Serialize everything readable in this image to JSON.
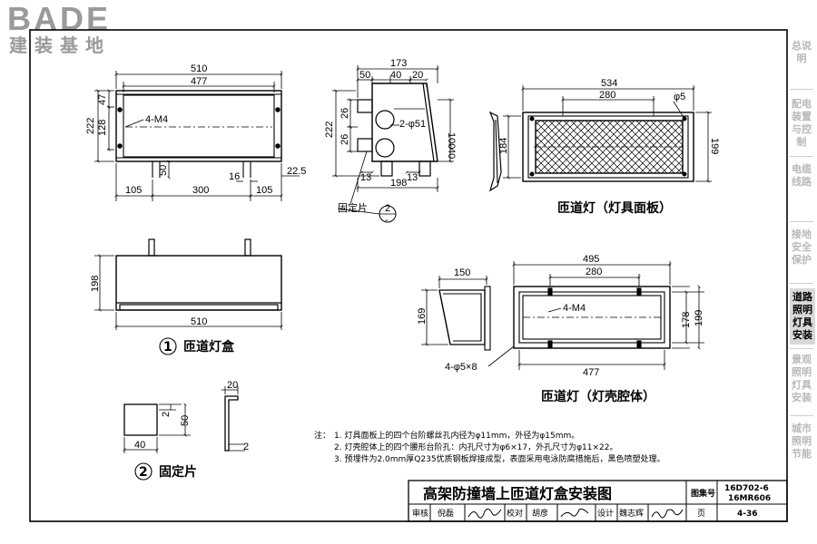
{
  "logo": {
    "brand": "BADE",
    "subtitle": "建装基地"
  },
  "sidebar": {
    "items": [
      {
        "label": "总说明",
        "active": false
      },
      {
        "label": "配电装置与控制",
        "active": false
      },
      {
        "label": "电缆线路",
        "active": false
      },
      {
        "label": "接地安全保护",
        "active": false
      },
      {
        "label": "道路照明灯具安装",
        "active": true
      },
      {
        "label": "景观照明灯具安装",
        "active": false
      },
      {
        "label": "城市照明节能",
        "active": false
      }
    ]
  },
  "drawing": {
    "box_top": {
      "dims": [
        "510",
        "477",
        "47",
        "128",
        "222",
        "50",
        "16",
        "22.5",
        "105",
        "300",
        "105"
      ],
      "label": "4-M4"
    },
    "side_view": {
      "dims": [
        "173",
        "50",
        "40",
        "20",
        "26",
        "26",
        "222",
        "100",
        "40",
        "13",
        "13",
        "198"
      ],
      "hole_label": "2-φ51",
      "bracket_label": "固定片",
      "ref_num": "2",
      "ref_sheet": "-"
    },
    "panel": {
      "dims": [
        "534",
        "280",
        "φ5",
        "184",
        "199"
      ],
      "caption": "匝道灯（灯具面板）"
    },
    "box_front": {
      "dims": [
        "198",
        "510"
      ],
      "caption_num": "1",
      "caption": "匝道灯盒"
    },
    "shell": {
      "dims": [
        "150",
        "495",
        "280",
        "169",
        "199",
        "178",
        "477"
      ],
      "label": "4-M4",
      "holes_label": "4-φ5×8",
      "caption": "匝道灯（灯壳腔体）"
    },
    "bracket": {
      "dims": [
        "20",
        "2",
        "50",
        "40",
        "2"
      ],
      "caption_num": "2",
      "caption": "固定片"
    }
  },
  "notes": {
    "prefix": "注：",
    "lines": [
      "1. 灯具面板上的四个台阶螺丝孔内径为φ11mm，外径为φ15mm。",
      "2. 灯壳腔体上的四个腰形台阶孔：内孔尺寸为φ6×17，外孔尺寸为φ11×22。",
      "3. 预埋件为2.0mm厚Q235优质钢板焊接成型，表面采用电泳防腐措施后，黑色喷塑处理。"
    ]
  },
  "title_block": {
    "title": "高架防撞墙上匝道灯盒安装图",
    "atlas_label": "图集号",
    "atlas_no": "16D702-6",
    "atlas_no2": "16MR606",
    "review_label": "审核",
    "reviewer": "倪磊",
    "check_label": "校对",
    "checker": "胡彦",
    "design_label": "设计",
    "designer": "魏志辉",
    "page_label": "页",
    "page_no": "4-36"
  }
}
